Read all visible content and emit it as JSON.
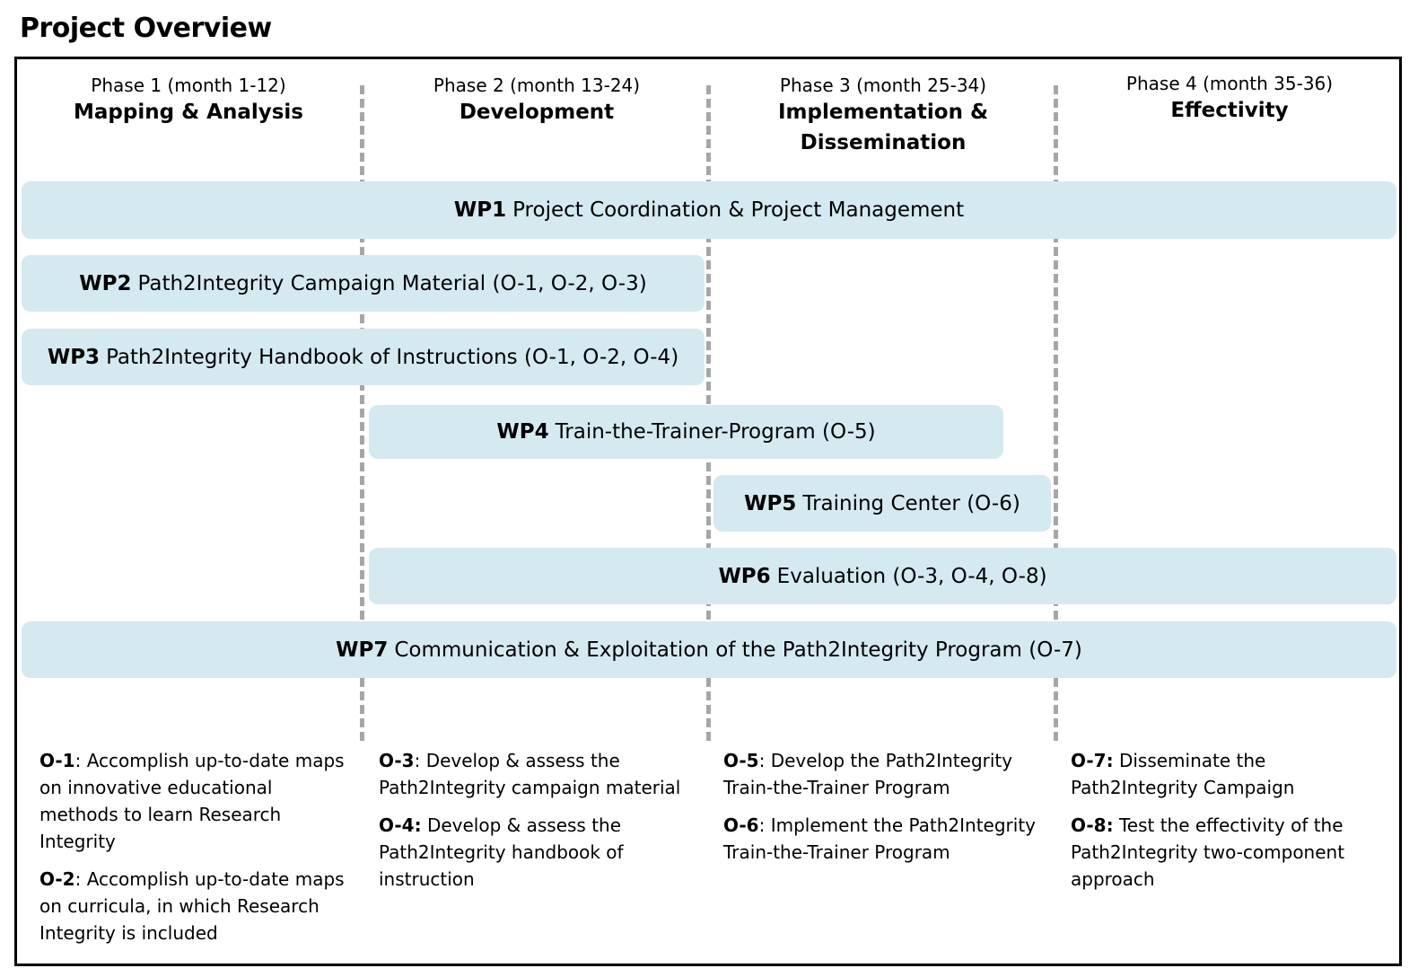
{
  "title": "Project Overview",
  "phases": [
    {
      "sub": "Phase 1 (month 1-12)",
      "name": "Mapping & Analysis"
    },
    {
      "sub": "Phase 2 (month 13-24)",
      "name": "Development"
    },
    {
      "sub": "Phase 3 (month 25-34)",
      "name": "Implementation & Dissemination"
    },
    {
      "sub": "Phase 4 (month 35-36)",
      "name": "Effectivity"
    }
  ],
  "work_packages": [
    {
      "id": "WP1",
      "text": "Project Coordination & Project Management"
    },
    {
      "id": "WP2",
      "text": "Path2Integrity Campaign Material (O-1, O-2, O-3)"
    },
    {
      "id": "WP3",
      "text": "Path2Integrity Handbook of Instructions (O-1, O-2, O-4)"
    },
    {
      "id": "WP4",
      "text": "Train-the-Trainer-Program (O-5)"
    },
    {
      "id": "WP5",
      "text": "Training Center (O-6)"
    },
    {
      "id": "WP6",
      "text": "Evaluation (O-3, O-4, O-8)"
    },
    {
      "id": "WP7",
      "text": "Communication & Exploitation of the Path2Integrity Program (O-7)"
    }
  ],
  "objectives": [
    {
      "id": "O-1",
      "sep": ":",
      "text": " Accomplish up-to-date maps on innovative educational methods to learn Research Integrity"
    },
    {
      "id": "O-2",
      "sep": ":",
      "text": " Accomplish up-to-date maps on curricula, in which Research Integrity is included"
    },
    {
      "id": "O-3",
      "sep": ":",
      "text": " Develop & assess the Path2Integrity campaign material"
    },
    {
      "id": "O-4:",
      "sep": "",
      "text": " Develop & assess the Path2Integrity handbook of instruction"
    },
    {
      "id": "O-5",
      "sep": ":",
      "text": " Develop the Path2Integrity Train-the-Trainer Program"
    },
    {
      "id": "O-6",
      "sep": ":",
      "text": " Implement the Path2Integrity Train-the-Trainer Program"
    },
    {
      "id": "O-7:",
      "sep": "",
      "text": " Disseminate the Path2Integrity Campaign"
    },
    {
      "id": "O-8:",
      "sep": "",
      "text": " Test the effectivity of the Path2Integrity two-component approach"
    }
  ],
  "colors": {
    "wp_fill": "#d5e9f1",
    "divider": "#a6a6a6"
  }
}
